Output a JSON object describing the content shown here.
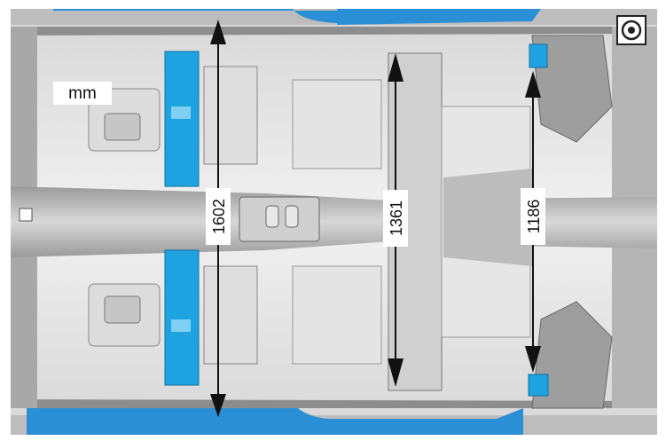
{
  "diagram": {
    "unit_label": "mm",
    "dimensions": [
      {
        "id": "dim-1602",
        "value": "1602"
      },
      {
        "id": "dim-1361",
        "value": "1361"
      },
      {
        "id": "dim-1186",
        "value": "1186"
      }
    ],
    "corner_icon": "measurement-point-icon",
    "colors": {
      "highlight_blue": "#1fa3e0",
      "rocker_blue": "#2b8fd6",
      "floor_light": "#e9e9e9",
      "floor_mid": "#cfcfcf",
      "outline": "#555555"
    }
  }
}
